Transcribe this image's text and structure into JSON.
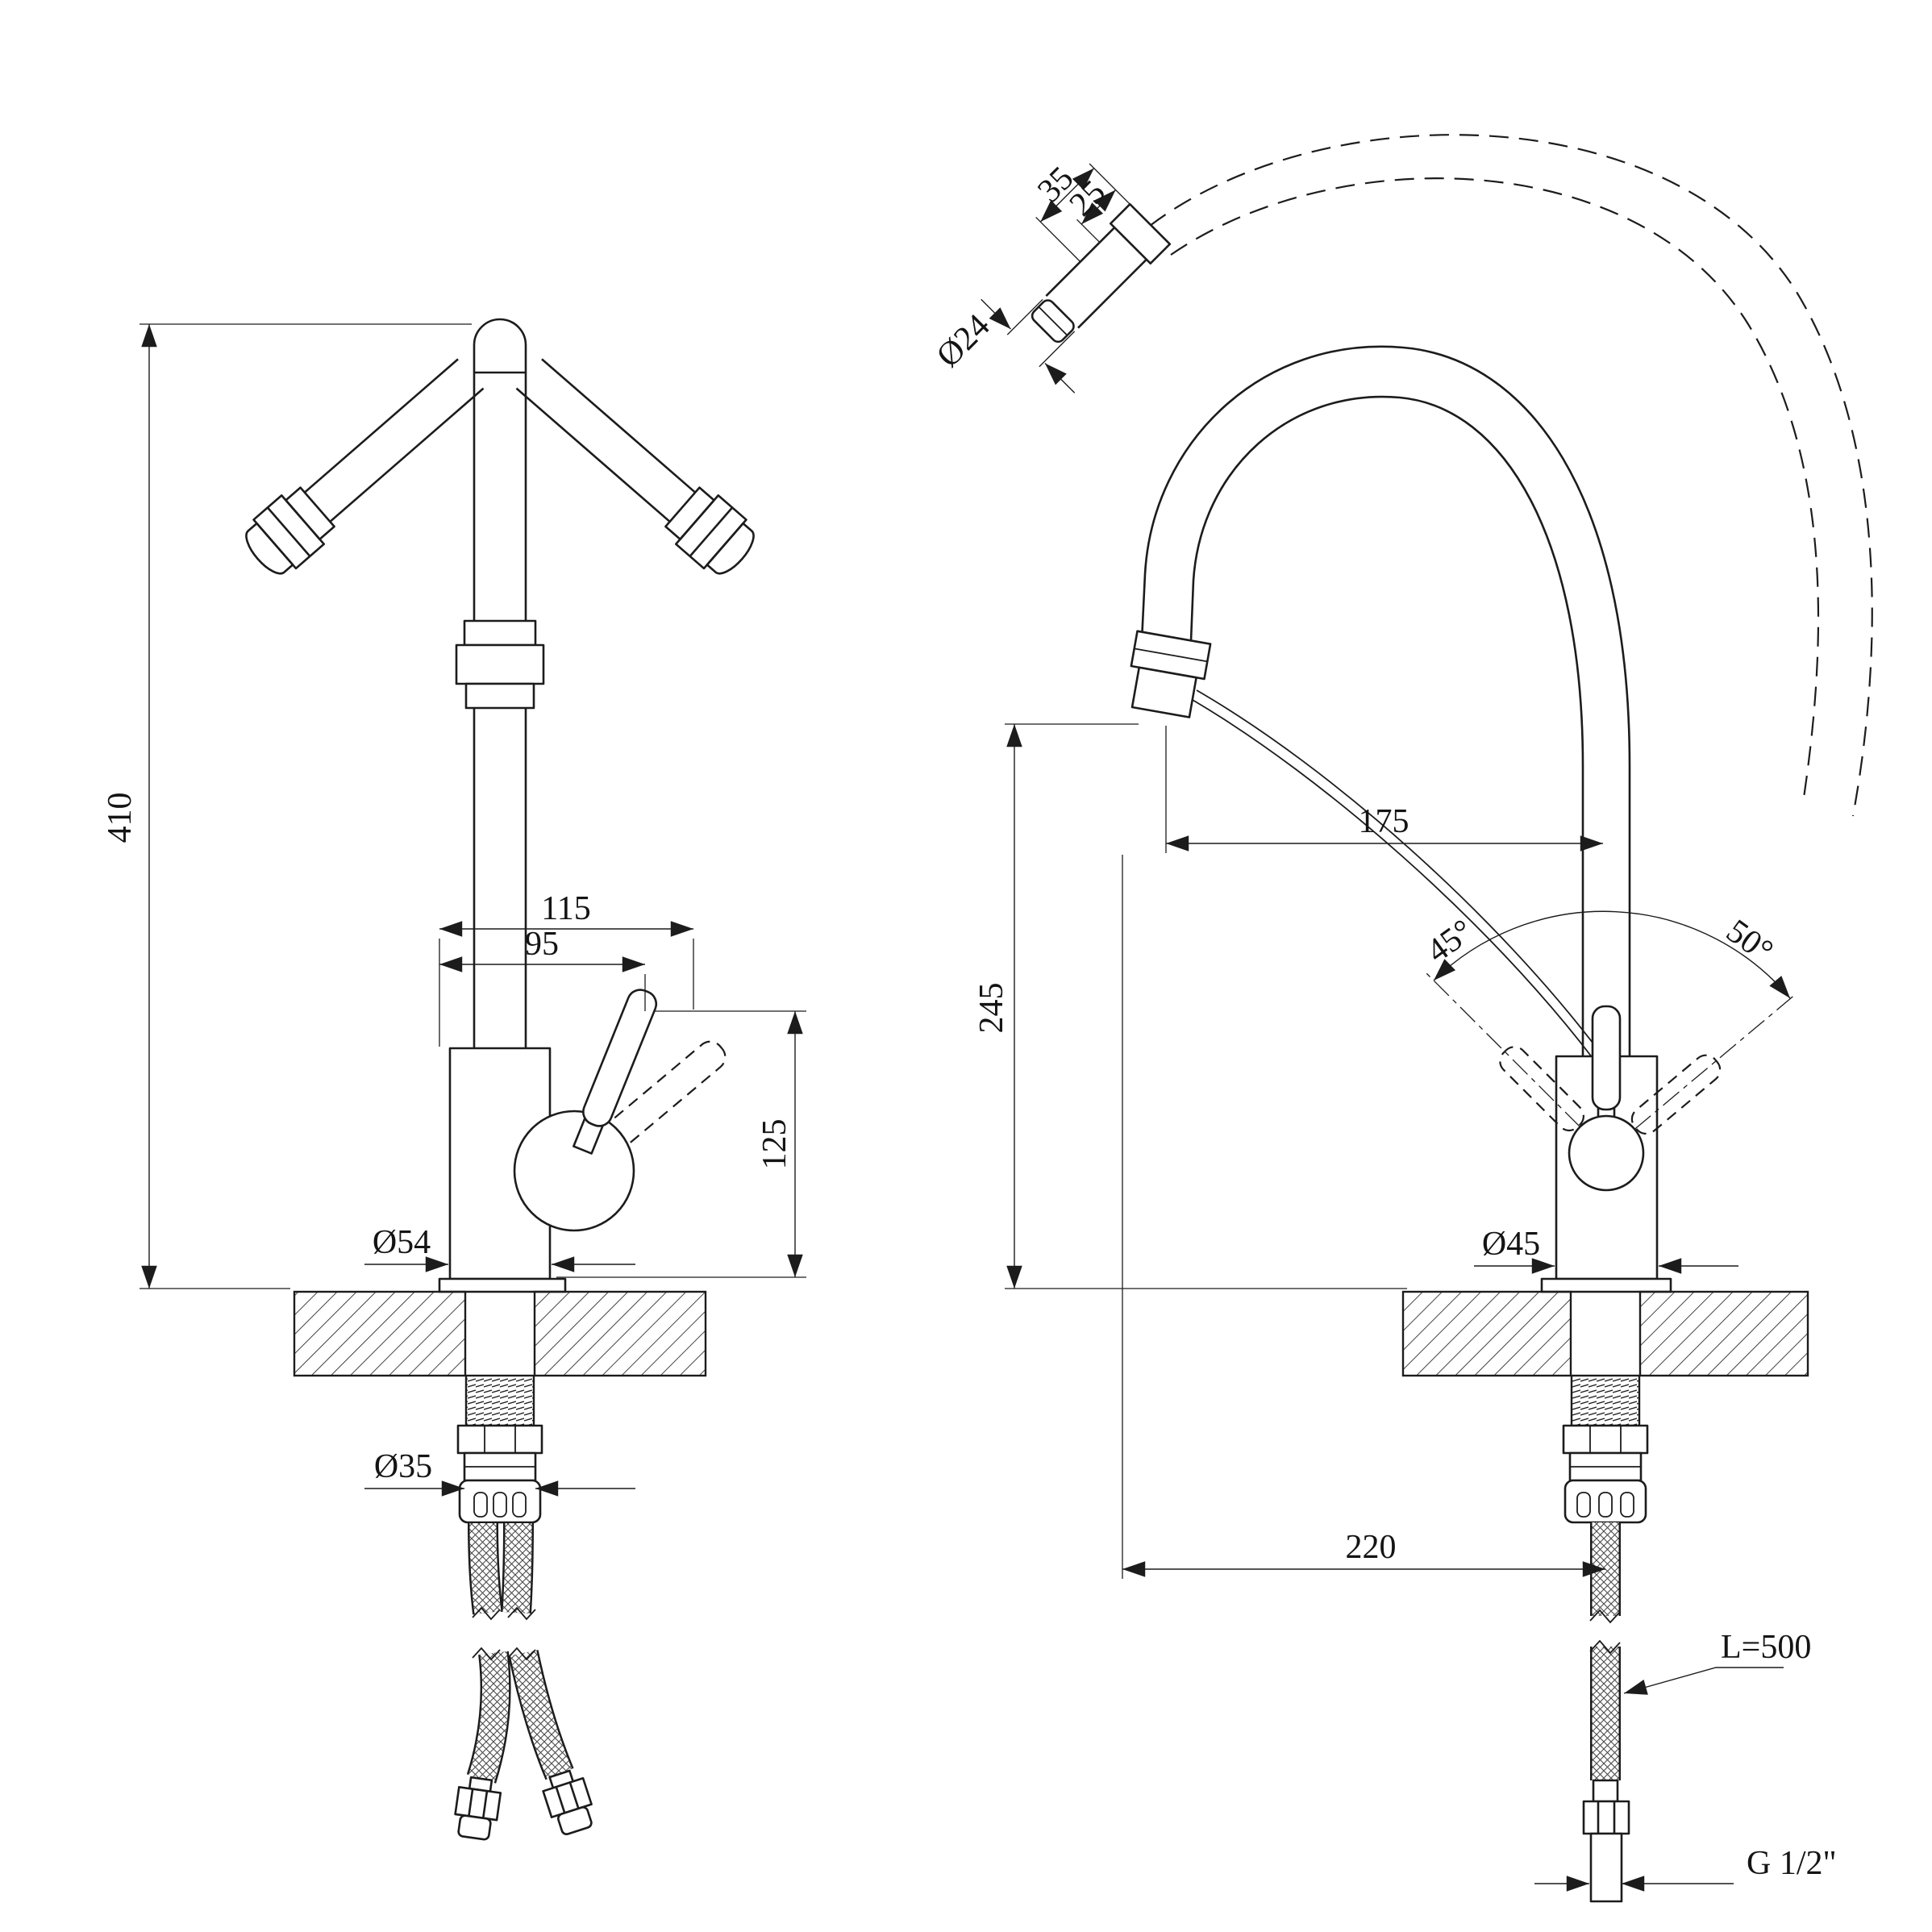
{
  "page": {
    "background": "#ffffff",
    "line_color": "#1c1c1c"
  },
  "drawing": {
    "type": "technical-drawing",
    "subject": "Kitchen faucet two-view dimensional drawing",
    "dimensions": {
      "front": {
        "overall_height": "410",
        "spout_offset_outer": "115",
        "spout_offset_inner": "95",
        "body_height": "125",
        "base_diameter": "Ø54",
        "shank_diameter": "Ø35"
      },
      "side": {
        "tip_length_outer": "35",
        "tip_length_inner": "25",
        "tip_diameter": "Ø24",
        "spout_reach": "175",
        "spout_height": "245",
        "handle_swing_left": "45°",
        "handle_swing_right": "50°",
        "body_diameter": "Ø45",
        "overall_reach": "220",
        "hose_length": "L=500",
        "connection_thread": "G 1/2\""
      }
    }
  }
}
